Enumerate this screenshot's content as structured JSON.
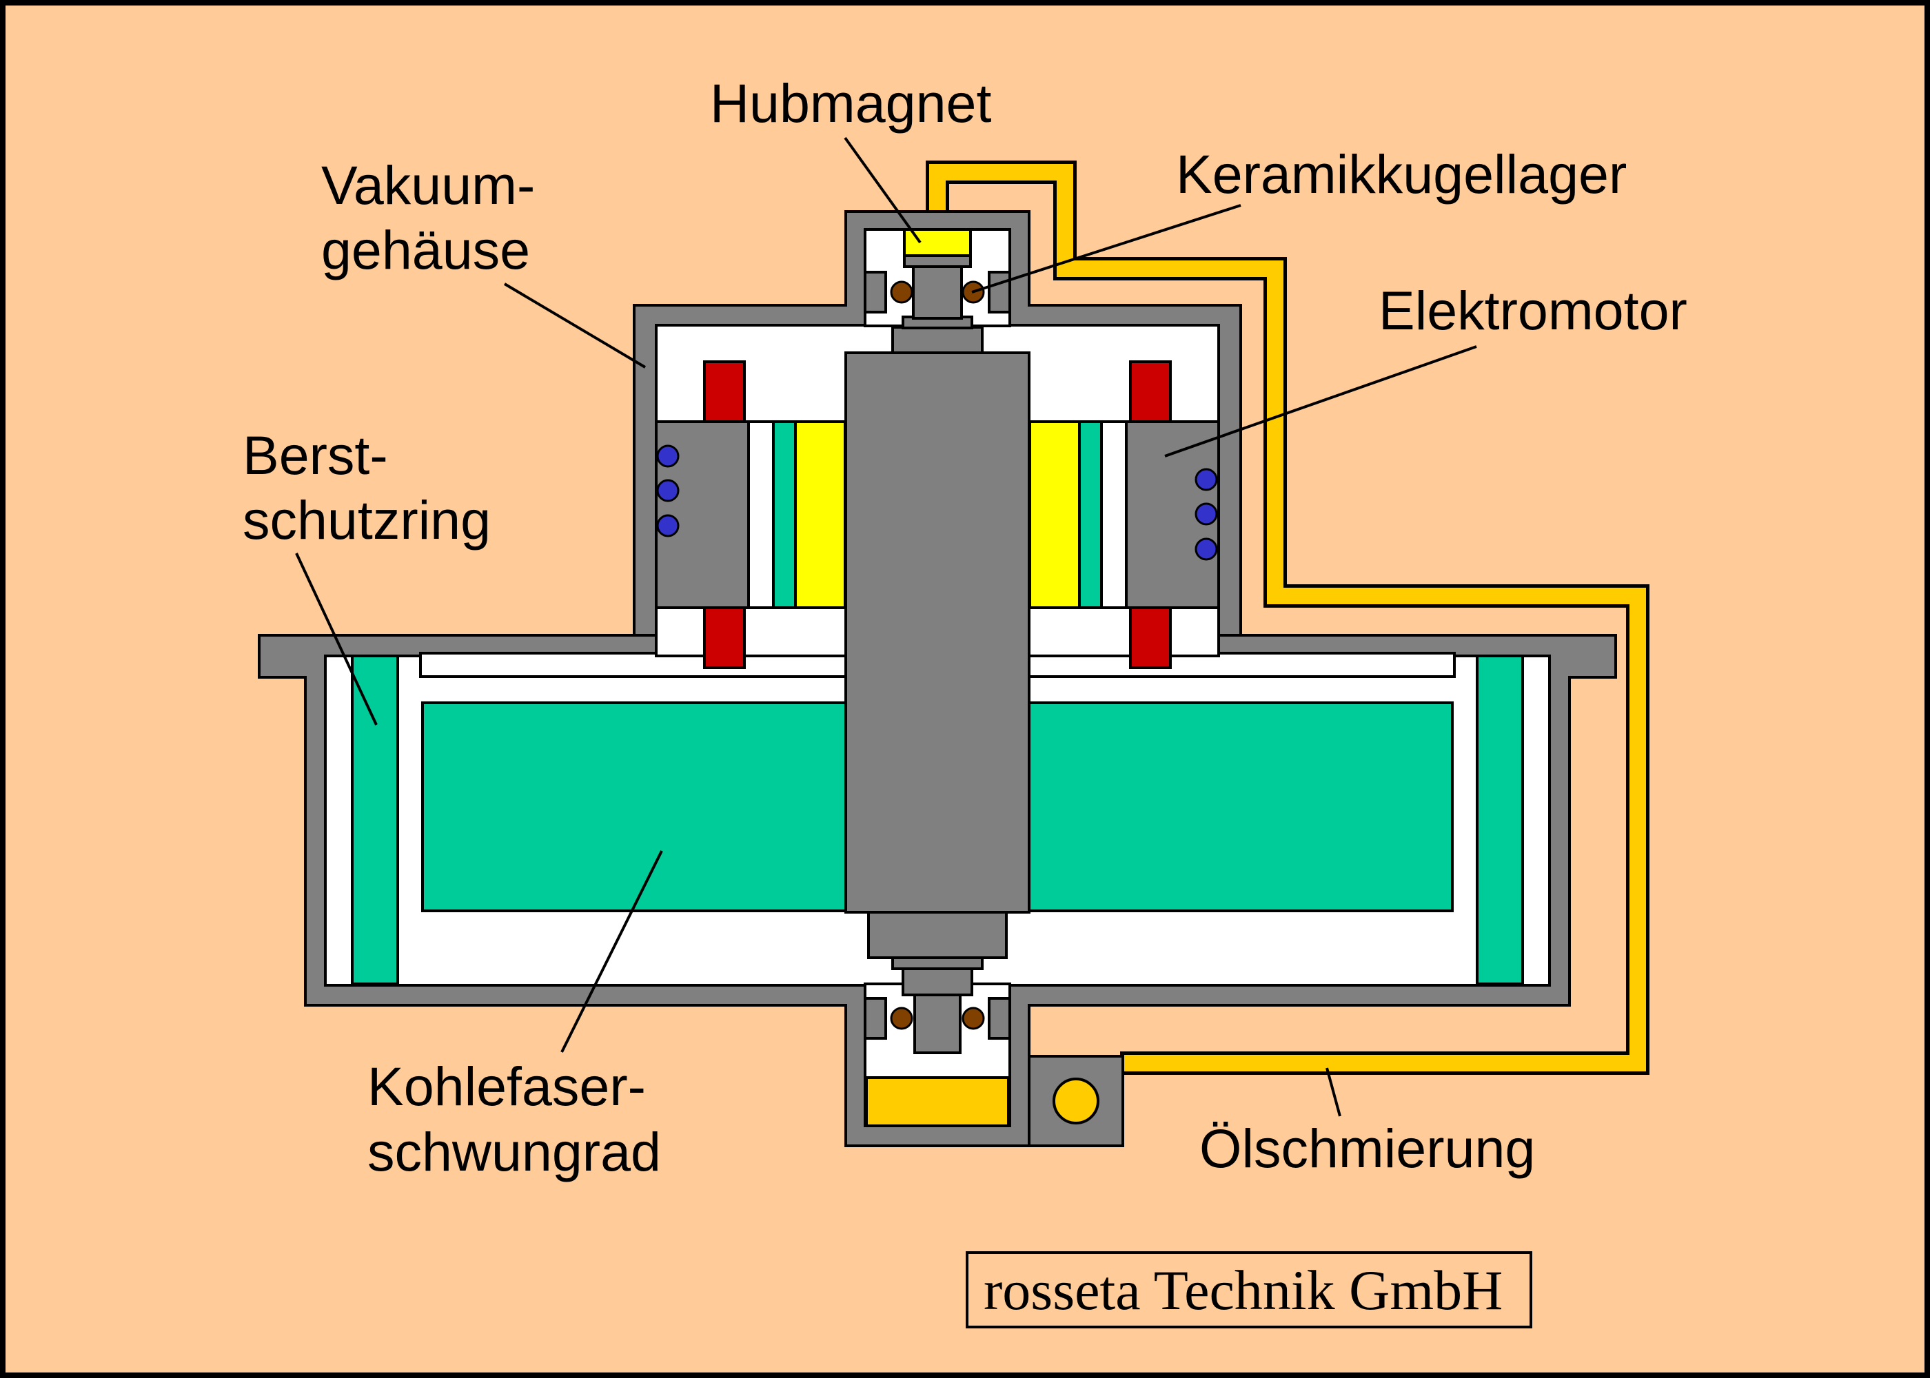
{
  "labels": {
    "hubmagnet": "Hubmagnet",
    "vakuum_1": "Vakuum-",
    "vakuum_2": "gehäuse",
    "keramik": "Keramikkugellager",
    "elektromotor": "Elektromotor",
    "berst_1": "Berst-",
    "berst_2": "schutzring",
    "kohle_1": "Kohlefaser-",
    "kohle_2": "schwungrad",
    "oel": "Ölschmierung"
  },
  "credit": "rosseta Technik GmbH",
  "colors": {
    "background": "#ffcc99",
    "housing": "#808080",
    "rotor": "#00cc99",
    "magnet": "#ffff00",
    "coil": "#cc0000",
    "oil": "#ffcc00",
    "winding": "#3333cc",
    "ball": "#804000"
  }
}
